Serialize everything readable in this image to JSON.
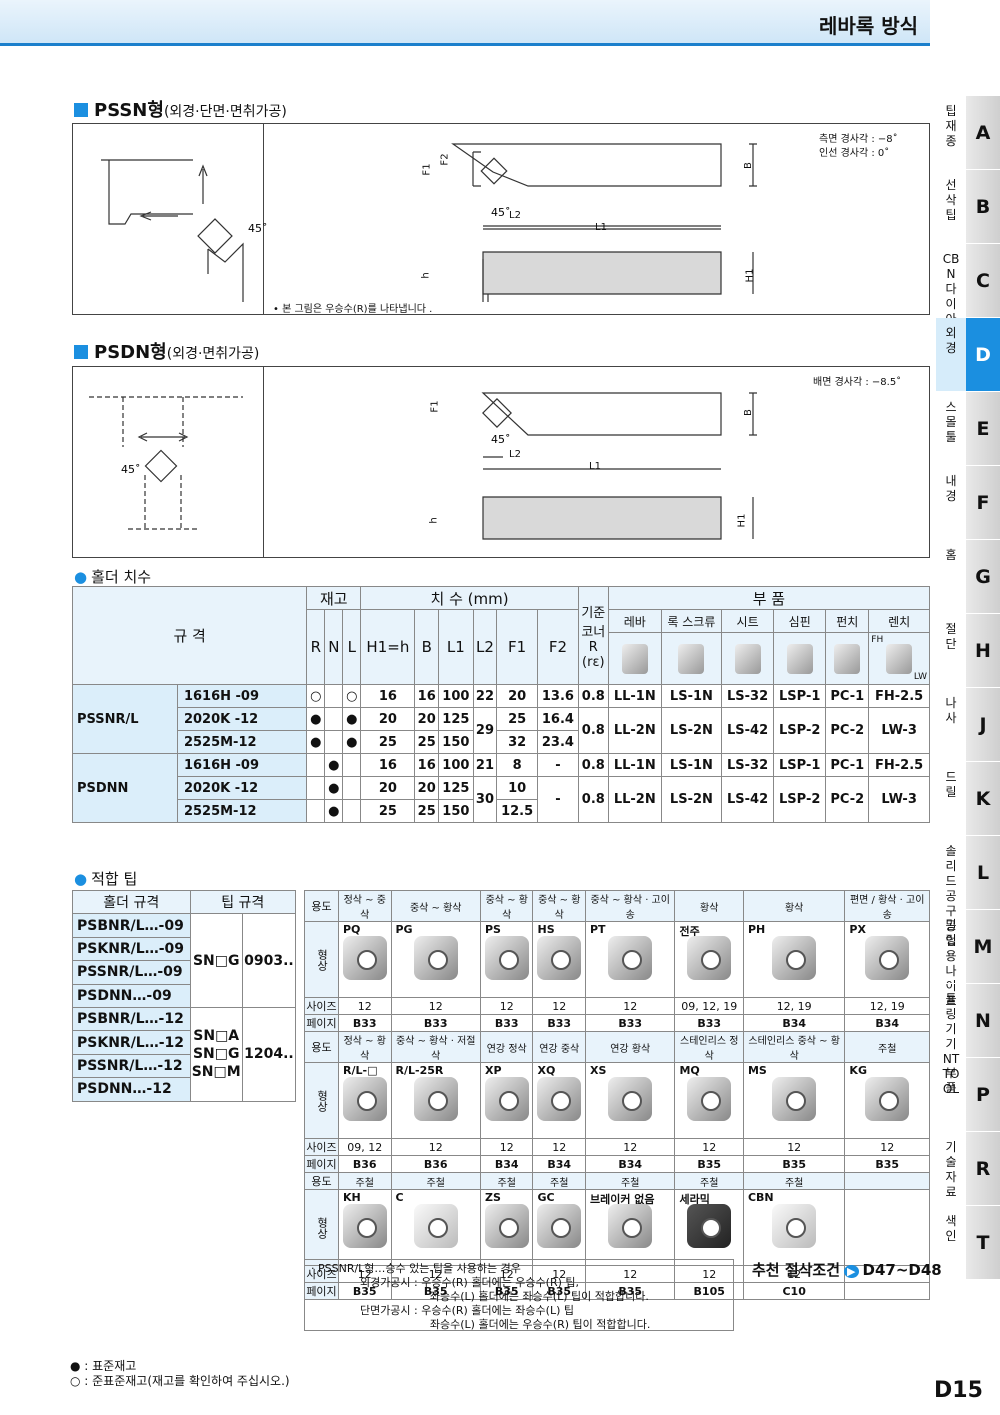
{
  "header": {
    "title": "레바록 방식"
  },
  "side_tabs": [
    {
      "label": "팁재종",
      "letter": "A"
    },
    {
      "label": "선삭팁",
      "letter": "B"
    },
    {
      "label": "CBN 다이아몬드",
      "letter": "C"
    },
    {
      "label": "외경",
      "letter": "D"
    },
    {
      "label": "스몰툴",
      "letter": "E"
    },
    {
      "label": "내경",
      "letter": "F"
    },
    {
      "label": "홈",
      "letter": "G"
    },
    {
      "label": "절단",
      "letter": "H"
    },
    {
      "label": "나사",
      "letter": "J"
    },
    {
      "label": "드릴",
      "letter": "K"
    },
    {
      "label": "솔리드 공구 공업용나이프",
      "letter": "L"
    },
    {
      "label": "밀링",
      "letter": "M"
    },
    {
      "label": "툴링기기 NT TOOL",
      "letter": "N"
    },
    {
      "label": "부품",
      "letter": "P"
    },
    {
      "label": "기술자료",
      "letter": "R"
    },
    {
      "label": "색인",
      "letter": "T"
    }
  ],
  "section1": {
    "title": "PSSN형",
    "sub": "(외경·단면·면취가공)",
    "angle1": "측면 경사각 : −8˚",
    "angle2": "인선 경사각 :  0˚",
    "note": "• 본 그림은 우승수(R)를 나타냅니다 .",
    "d45": "45˚",
    "dims": {
      "F1": "F1",
      "F2": "F2",
      "L2": "L2",
      "L1": "L1",
      "B": "B",
      "h": "h",
      "H1": "H1"
    }
  },
  "section2": {
    "title": "PSDN형",
    "sub": "(외경·면취가공)",
    "angle1": "배면 경사각 : −8.5˚",
    "d45": "45˚"
  },
  "holder": {
    "title": "홀더 치수",
    "h_spec": "규   격",
    "h_stock": "재고",
    "h_dim": "치   수 (mm)",
    "h_corner": "기준코너R (rε)",
    "h_parts": "부   품",
    "stock_cols": [
      "R",
      "N",
      "L"
    ],
    "dim_cols": [
      "H1=h",
      "B",
      "L1",
      "L2",
      "F1",
      "F2"
    ],
    "part_cols": [
      "레바",
      "록 스크류",
      "시트",
      "심핀",
      "펀치",
      "렌치"
    ],
    "fh": "FH",
    "lw": "LW",
    "groups": [
      "PSSNR/L",
      "PSDNN"
    ],
    "rows": [
      [
        "1616H -09",
        "○",
        "",
        "○",
        "16",
        "16",
        "100",
        "22",
        "20",
        "13.6",
        "0.8",
        "LL-1N",
        "LS-1N",
        "LS-32",
        "LSP-1",
        "PC-1",
        "FH-2.5"
      ],
      [
        "2020K -12",
        "●",
        "",
        "●",
        "20",
        "20",
        "125",
        "29",
        "25",
        "16.4",
        "0.8",
        "LL-2N",
        "LS-2N",
        "LS-42",
        "LSP-2",
        "PC-2",
        "LW-3"
      ],
      [
        "2525M-12",
        "●",
        "",
        "●",
        "25",
        "25",
        "150",
        "",
        "32",
        "23.4",
        "",
        "",
        "",
        "",
        "",
        "",
        ""
      ],
      [
        "1616H -09",
        "",
        "●",
        "",
        "16",
        "16",
        "100",
        "21",
        "8",
        "-",
        "0.8",
        "LL-1N",
        "LS-1N",
        "LS-32",
        "LSP-1",
        "PC-1",
        "FH-2.5"
      ],
      [
        "2020K -12",
        "",
        "●",
        "",
        "20",
        "20",
        "125",
        "30",
        "10",
        "-",
        "0.8",
        "LL-2N",
        "LS-2N",
        "LS-42",
        "LSP-2",
        "PC-2",
        "LW-3"
      ],
      [
        "2525M-12",
        "",
        "●",
        "",
        "25",
        "25",
        "150",
        "",
        "12.5",
        "",
        "",
        "",
        "",
        "",
        "",
        "",
        ""
      ]
    ]
  },
  "tips": {
    "title": "적합 팁",
    "h_holder": "홀더 규격",
    "h_tip": "팁 규격",
    "g1": [
      "PSBNR/L…-09",
      "PSKNR/L…-09",
      "PSSNR/L…-09",
      "PSDNN…-09"
    ],
    "g1_tip": "SN□G",
    "g1_size": "0903..",
    "g2": [
      "PSBNR/L…-12",
      "PSKNR/L…-12",
      "PSSNR/L…-12",
      "PSDNN…-12"
    ],
    "g2_tip": "SN□A\nSN□G\nSN□M",
    "g2_size": "1204..",
    "use": "용도",
    "shape": "형상",
    "size": "사이즈",
    "page": "페이지",
    "b1": {
      "uses": [
        "정삭 ~ 중삭",
        "중삭 ~ 황삭",
        "중삭 ~ 황삭",
        "중삭 ~ 황삭",
        "중삭 ~ 황삭 · 고이송",
        "황삭",
        "황삭",
        "편면 / 황삭 · 고이송"
      ],
      "names": [
        "PQ",
        "PG",
        "PS",
        "HS",
        "PT",
        "전주",
        "PH",
        "PX"
      ],
      "sizes": [
        "12",
        "12",
        "12",
        "12",
        "12",
        "09, 12, 19",
        "12, 19",
        "12, 19"
      ],
      "pages": [
        "B33",
        "B33",
        "B33",
        "B33",
        "B33",
        "B33",
        "B34",
        "B34"
      ]
    },
    "b2": {
      "uses": [
        "정삭 ~ 황삭",
        "중삭 ~ 황삭 · 저절삭",
        "연강 정삭",
        "연강 중삭",
        "연강 황삭",
        "스테인리스 정삭",
        "스테인리스 중삭 ~ 황삭",
        "주철"
      ],
      "names": [
        "R/L-□",
        "R/L-25R",
        "XP",
        "XQ",
        "XS",
        "MQ",
        "MS",
        "KG"
      ],
      "sizes": [
        "09, 12",
        "12",
        "12",
        "12",
        "12",
        "12",
        "12",
        "12"
      ],
      "pages": [
        "B36",
        "B36",
        "B34",
        "B34",
        "B34",
        "B35",
        "B35",
        "B35"
      ]
    },
    "b3": {
      "uses": [
        "주철",
        "주철",
        "주철",
        "주철",
        "주철",
        "주철",
        "주철",
        ""
      ],
      "names": [
        "KH",
        "C",
        "ZS",
        "GC",
        "브레이커 없음",
        "세라믹",
        "CBN",
        ""
      ],
      "sizes": [
        "12",
        "12",
        "12",
        "12",
        "12",
        "12",
        "12",
        ""
      ],
      "pages": [
        "B35",
        "B35",
        "B35",
        "B35",
        "B35",
        "B105",
        "C10",
        ""
      ]
    },
    "note": "· PSSNR/L형…승수 있는 팁을 사용하는 경우\n              외경가공시 : 우승수(R) 홀더에는 우승수(R) 팁,\n                                  좌승수(L) 홀더에는 좌승수(L) 팁이 적합합니다.\n              단면가공시 : 우승수(R) 홀더에는 좌승수(L) 팁\n                                  좌승수(L) 홀더에는 우승수(R) 팁이 적합합니다.",
    "rec": "추천 절삭조건",
    "rec_icon": "▶",
    "rec_pages": "D47~D48"
  },
  "legend": {
    "l1": "● : 표준재고",
    "l2": "○ : 준표준재고(재고를 확인하여 주십시오.)"
  },
  "page_no": "D15"
}
